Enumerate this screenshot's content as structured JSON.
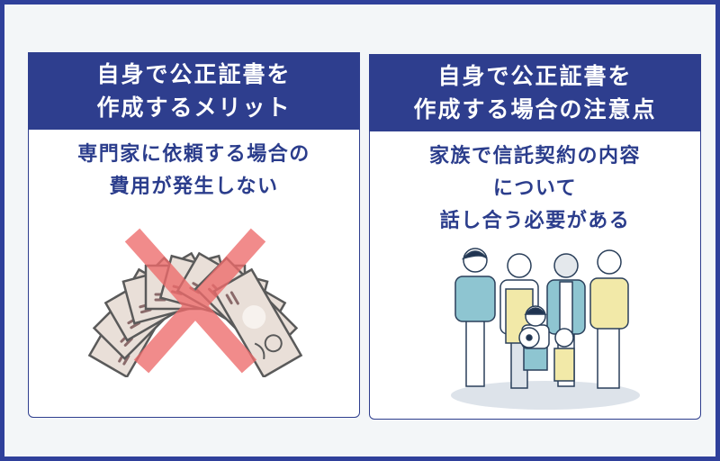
{
  "colors": {
    "frame_border": "#2f409b",
    "background": "#f3f6f8",
    "header_bg": "#2e3e8e",
    "body_text": "#2b3d8c",
    "cross_red": "#ee6b6b",
    "note_fill": "#e9dfd8",
    "teal": "#8ec5d1",
    "yellow": "#f2e9a8"
  },
  "left_card": {
    "title_lines": [
      "自身で公正証書を",
      "作成するメリット"
    ],
    "body_lines": [
      "専門家に依頼する場合の",
      "費用が発生しない"
    ],
    "illustration": "banknotes-crossed-out-icon"
  },
  "right_card": {
    "title_lines": [
      "自身で公正証書を",
      "作成する場合の注意点"
    ],
    "body_lines": [
      "家族で信託契約の内容",
      "について",
      "話し合う必要がある"
    ],
    "illustration": "family-group-icon"
  }
}
